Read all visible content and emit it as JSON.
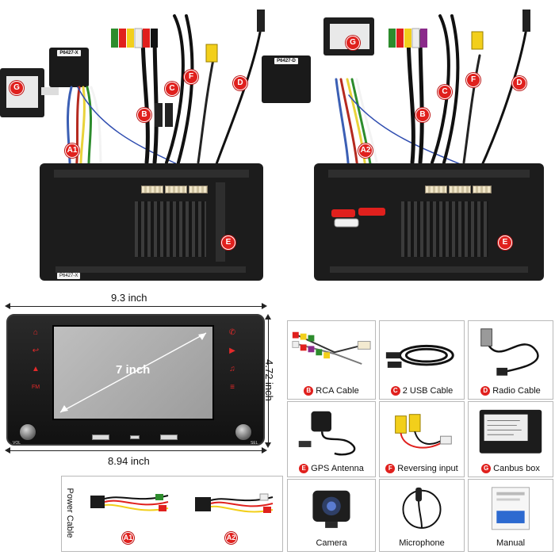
{
  "colors": {
    "badge_red": "#e0201d",
    "panel_black": "#1c1c1c",
    "screen_grey": "#a8a8a8",
    "accent_red": "#e52a2a",
    "yellow_rca": "#f2cf1b"
  },
  "top_left": {
    "plug_label": "P6427-X",
    "back_label": "P6427-X",
    "badges": [
      "G",
      "A1",
      "B",
      "C",
      "F",
      "D",
      "E"
    ]
  },
  "top_right": {
    "plug_label": "P6427-D",
    "badges": [
      "G",
      "A2",
      "B",
      "C",
      "F",
      "D",
      "E"
    ]
  },
  "front_unit": {
    "screen_size": "7 inch",
    "width_top": "9.3 inch",
    "width_bottom": "8.94 inch",
    "height": "4.72 inch",
    "side_buttons_left": [
      "home-icon",
      "back-icon",
      "nav-icon",
      "fm-icon"
    ],
    "side_buttons_right": [
      "phone-icon",
      "play-icon",
      "music-icon",
      "eq-icon"
    ],
    "fm_label": "FM",
    "knob_left_label": "VOL",
    "knob_right_label": "SEL"
  },
  "accessories": [
    {
      "badge": "B",
      "label": "RCA Cable"
    },
    {
      "badge": "C",
      "label": "2 USB Cable"
    },
    {
      "badge": "D",
      "label": "Radio Cable"
    },
    {
      "badge": "E",
      "label": "GPS Antenna"
    },
    {
      "badge": "F",
      "label": "Reversing input"
    },
    {
      "badge": "G",
      "label": "Canbus box"
    }
  ],
  "power_cable": {
    "title": "Power Cable",
    "badges": [
      "A1",
      "A2"
    ]
  },
  "extras": [
    {
      "label": "Camera"
    },
    {
      "label": "Microphone"
    },
    {
      "label": "Manual"
    }
  ]
}
